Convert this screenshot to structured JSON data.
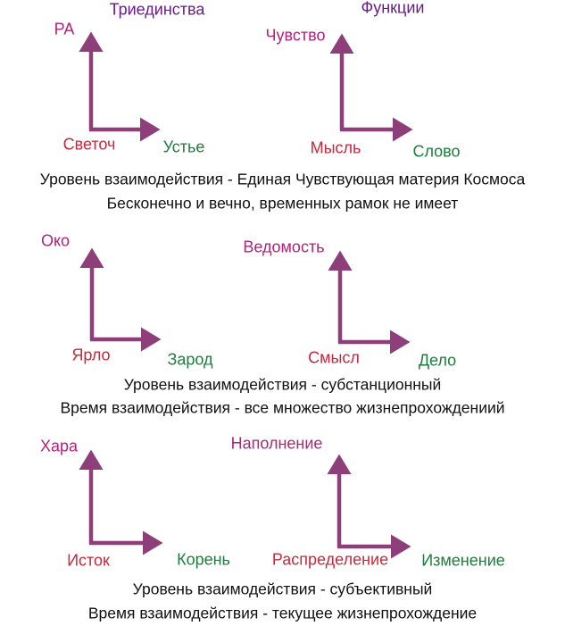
{
  "colors": {
    "arrow": "#8e3f7a",
    "top": "#b0237a",
    "left": "#c8283c",
    "right": "#1d7d3c",
    "title": "#6a1a8a"
  },
  "blocks": [
    {
      "left": {
        "top": "РА",
        "bottom": "Светоч",
        "right": "Устье",
        "title": "Триединства"
      },
      "right": {
        "top": "Чувство",
        "bottom": "Мысль",
        "right": "Слово",
        "title": "Функции"
      },
      "lines": [
        "Уровень взаимодействия - Единая Чувствующая материя Космоса",
        "Бесконечно и вечно, временных рамок не имеет"
      ]
    },
    {
      "left": {
        "top": "Око",
        "bottom": "Ярло",
        "right": "Зарод"
      },
      "right": {
        "top": "Ведомость",
        "bottom": "Смысл",
        "right": "Дело"
      },
      "lines": [
        "Уровень взаимодействия - субстанционный",
        "Время взаимодействия - все множество жизнепрохождениий"
      ]
    },
    {
      "left": {
        "top": "Хара",
        "bottom": "Исток",
        "right": "Корень"
      },
      "right": {
        "top": "Наполнение",
        "bottom": "Распределение",
        "right": "Изменение"
      },
      "lines": [
        "Уровень взаимодействия - субъективный",
        "Время взаимодействия - текущее жизнепрохождение"
      ]
    }
  ]
}
